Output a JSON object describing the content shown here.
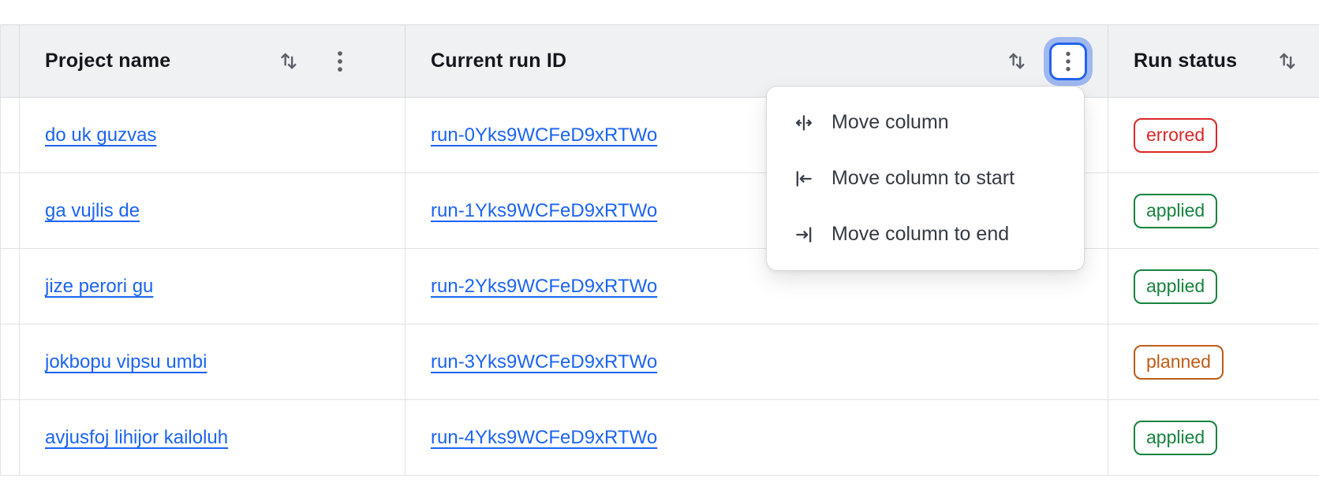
{
  "table": {
    "columns": [
      {
        "label": "Project name",
        "sort_icon": "sort-arrows-icon",
        "menu_icon": "kebab-icon"
      },
      {
        "label": "Current run ID",
        "sort_icon": "sort-arrows-icon",
        "menu_icon": "kebab-icon"
      },
      {
        "label": "Run status",
        "sort_icon": "sort-arrows-icon"
      }
    ],
    "rows": [
      {
        "project": "do uk guzvas",
        "run_id": "run-0Yks9WCFeD9xRTWo",
        "status": "errored"
      },
      {
        "project": "ga vujlis de",
        "run_id": "run-1Yks9WCFeD9xRTWo",
        "status": "applied"
      },
      {
        "project": "jize perori gu",
        "run_id": "run-2Yks9WCFeD9xRTWo",
        "status": "applied"
      },
      {
        "project": "jokbopu vipsu umbi",
        "run_id": "run-3Yks9WCFeD9xRTWo",
        "status": "planned"
      },
      {
        "project": "avjusfoj lihijor kailoluh",
        "run_id": "run-4Yks9WCFeD9xRTWo",
        "status": "applied"
      }
    ]
  },
  "column_menu": {
    "open_for_column": "Current run ID",
    "items": [
      {
        "label": "Move column",
        "icon": "move-column-icon"
      },
      {
        "label": "Move column to start",
        "icon": "move-column-to-start-icon"
      },
      {
        "label": "Move column to end",
        "icon": "move-column-to-end-icon"
      }
    ]
  },
  "colors": {
    "link_blue": "#1c64f2",
    "focus_ring_blue": "#2563eb",
    "status_errored": "#dc2626",
    "status_applied": "#17833d",
    "status_planned": "#bf5b16",
    "header_background": "#f0f1f3"
  }
}
